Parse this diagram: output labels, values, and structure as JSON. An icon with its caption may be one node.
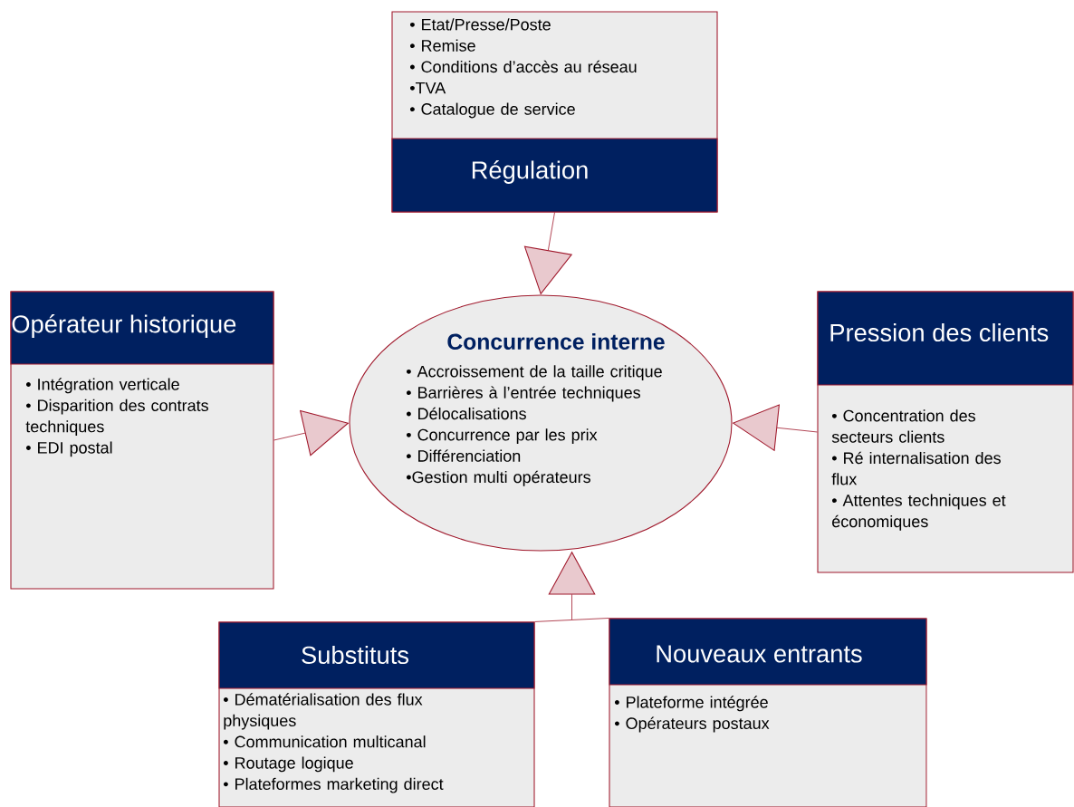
{
  "diagram": {
    "nodes": [
      {
        "text": [
          "• Etat/Presse/Poste",
          "• Remise",
          "• Conditions d’accès au réseau",
          "•TVA",
          "• Catalogue de service",
          "Régulation"
        ]
      },
      {
        "text": [
          "Opérateur historique",
          "• Intégration verticale",
          "• Disparition des contrats techniques",
          "• EDI postal"
        ]
      },
      {
        "text": [
          "Concurrence interne",
          "• Accroissement de la taille critique",
          "• Barrières à l’entrée techniques",
          "• Délocalisations",
          "• Concurrence par les prix",
          "• Différenciation",
          "•Gestion multi opérateurs"
        ]
      },
      {
        "text": [
          "Pression des clients",
          "• Concentration des secteurs clients",
          "• Ré internalisation des flux",
          "• Attentes techniques et économiques"
        ]
      },
      {
        "text": [
          "Substituts",
          "• Dématérialisation des flux physiques",
          "• Communication multicanal",
          "• Routage logique",
          "• Plateformes marketing direct"
        ]
      },
      {
        "text": [
          "Nouveaux entrants",
          "• Plateforme intégrée",
          "• Opérateurs postaux"
        ]
      }
    ],
    "edges": [
      {
        "from": 0,
        "to": 2,
        "arrow": "to"
      },
      {
        "from": 1,
        "to": 2,
        "arrow": "to"
      },
      {
        "from": 3,
        "to": 2,
        "arrow": "to"
      },
      {
        "from": 4,
        "to": 2,
        "arrow": "to"
      },
      {
        "from": 5,
        "to": 2,
        "arrow": "to"
      }
    ]
  }
}
